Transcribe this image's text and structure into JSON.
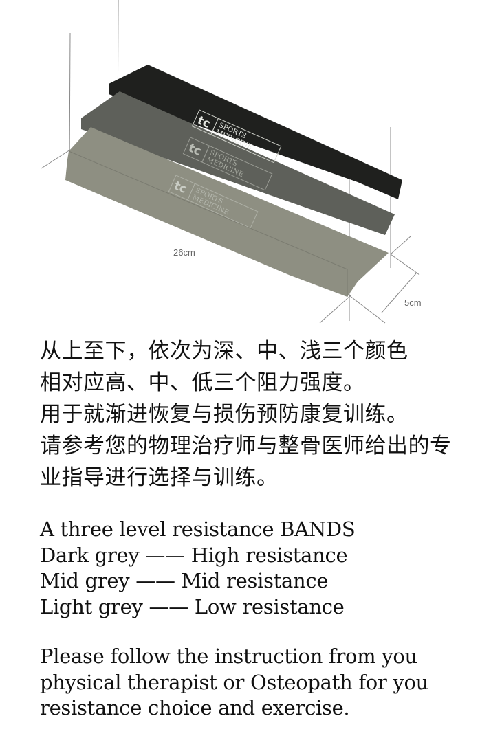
{
  "product_image": {
    "logo_mark": "tc",
    "logo_text_line1": "SPORTS",
    "logo_text_line2": "MEDICINE",
    "length_label": "26cm",
    "width_label": "5cm",
    "band_colors": {
      "dark": "#1f201e",
      "mid": "#5e605a",
      "light": "#8e8f82"
    }
  },
  "chinese_description": [
    "从上至下，依次为深、中、浅三个颜色",
    "相对应高、中、低三个阻力强度。",
    "用于就渐进恢复与损伤预防康复训练。",
    "请参考您的物理治疗师与整骨医师给出的专",
    "业指导进行选择与训练。"
  ],
  "english_levels": [
    "A three level resistance BANDS",
    "Dark grey —— High resistance",
    "Mid grey —— Mid resistance",
    "Light grey —— Low resistance"
  ],
  "english_note": [
    "Please follow the instruction from you",
    "physical therapist or Osteopath for you",
    "resistance choice and exercise."
  ]
}
